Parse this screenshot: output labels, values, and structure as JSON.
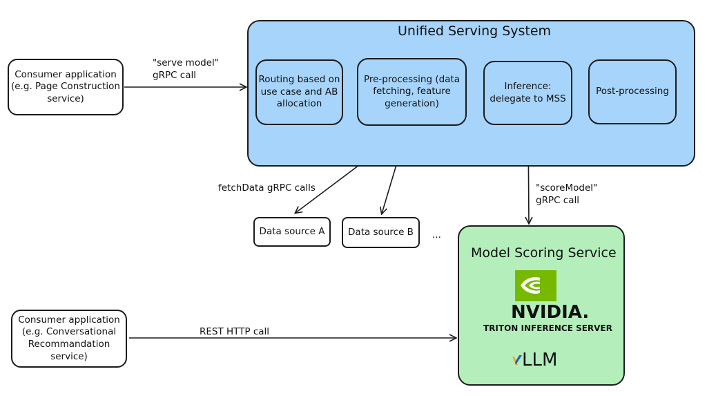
{
  "consumer_top": {
    "line1": "Consumer application",
    "line2": "(e.g. Page Construction",
    "line3": "service)"
  },
  "consumer_bottom": {
    "line1": "Consumer application",
    "line2": "(e.g. Conversational",
    "line3": "Recommandation",
    "line4": "service)"
  },
  "serve_call": {
    "line1": "\"serve model\"",
    "line2": "gRPC call"
  },
  "uss": {
    "title": "Unified Serving System",
    "routing": {
      "line1": "Routing based on",
      "line2": "use case and AB",
      "line3": "allocation"
    },
    "preprocessing": {
      "line1": "Pre-processing (data",
      "line2": "fetching, feature",
      "line3": "generation)"
    },
    "inference": {
      "line1": "Inference:",
      "line2": "delegate to MSS"
    },
    "postprocessing": "Post-processing"
  },
  "fetch_label": "fetchData gRPC calls",
  "data_sources": {
    "a": "Data source A",
    "b": "Data source B",
    "more": "..."
  },
  "score_call": {
    "line1": "\"scoreModel\"",
    "line2": "gRPC call"
  },
  "rest_call": "REST HTTP call",
  "mss": {
    "title": "Model Scoring Service",
    "nvidia_word": "NVIDIA.",
    "triton": "TRITON INFERENCE SERVER",
    "vllm": "LLM",
    "nvidia_green": "#76b900"
  }
}
